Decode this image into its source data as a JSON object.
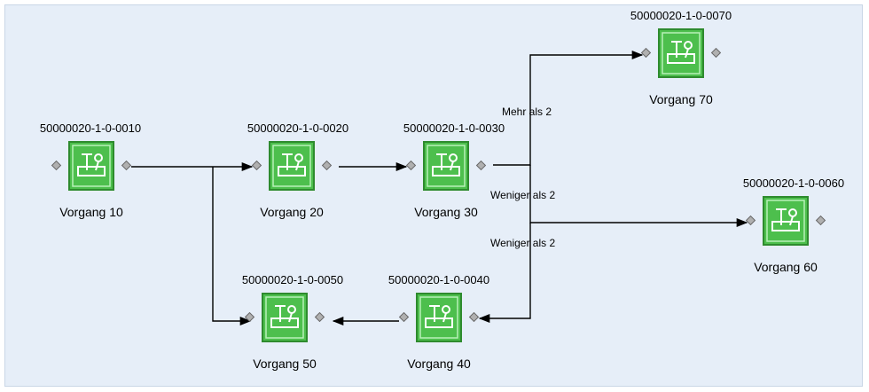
{
  "nodes": [
    {
      "id": "n10",
      "code": "50000020-1-0-0010",
      "name": "Vorgang 10"
    },
    {
      "id": "n20",
      "code": "50000020-1-0-0020",
      "name": "Vorgang 20"
    },
    {
      "id": "n30",
      "code": "50000020-1-0-0030",
      "name": "Vorgang 30"
    },
    {
      "id": "n70",
      "code": "50000020-1-0-0070",
      "name": "Vorgang 70"
    },
    {
      "id": "n60",
      "code": "50000020-1-0-0060",
      "name": "Vorgang 60"
    },
    {
      "id": "n40",
      "code": "50000020-1-0-0040",
      "name": "Vorgang 40"
    },
    {
      "id": "n50",
      "code": "50000020-1-0-0050",
      "name": "Vorgang 50"
    }
  ],
  "edges": [
    {
      "from": "n10",
      "to": "n20"
    },
    {
      "from": "n10",
      "to": "n50"
    },
    {
      "from": "n20",
      "to": "n30"
    },
    {
      "from": "n30",
      "to": "n70",
      "label": "Mehr als 2"
    },
    {
      "from": "n30",
      "to": "n60",
      "label": "Weniger als 2"
    },
    {
      "from": "n30",
      "to": "n40",
      "label": "Weniger als 2"
    },
    {
      "from": "n40",
      "to": "n50"
    }
  ],
  "colors": {
    "node_fill": "#4dbf4d",
    "node_border": "#2e8b2e",
    "line": "#000000",
    "background": "#e6eef8"
  },
  "icon": "toolbox-icon"
}
